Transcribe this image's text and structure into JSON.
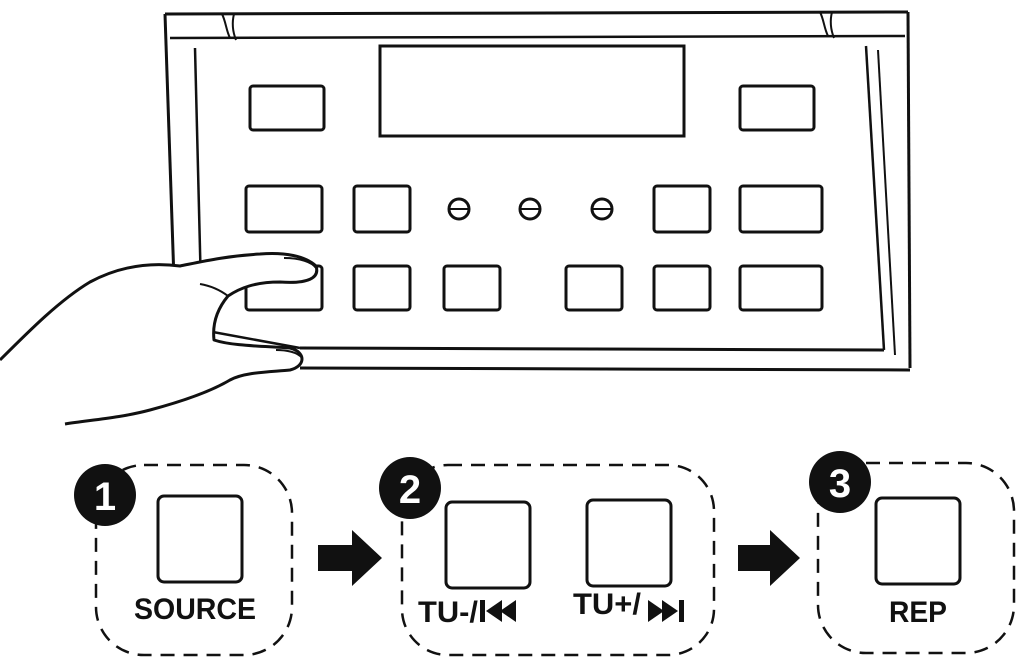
{
  "steps": [
    {
      "number": "1",
      "buttons": [
        "SOURCE"
      ]
    },
    {
      "number": "2",
      "buttons": [
        "TU-/",
        "TU+/"
      ]
    },
    {
      "number": "3",
      "buttons": [
        "REP"
      ]
    }
  ],
  "icons": {
    "prev": "skip-back-icon",
    "next": "skip-forward-icon",
    "arrow": "right-arrow-icon",
    "hand": "hand-pressing-icon"
  },
  "colors": {
    "ink": "#111111",
    "paper": "#ffffff"
  }
}
